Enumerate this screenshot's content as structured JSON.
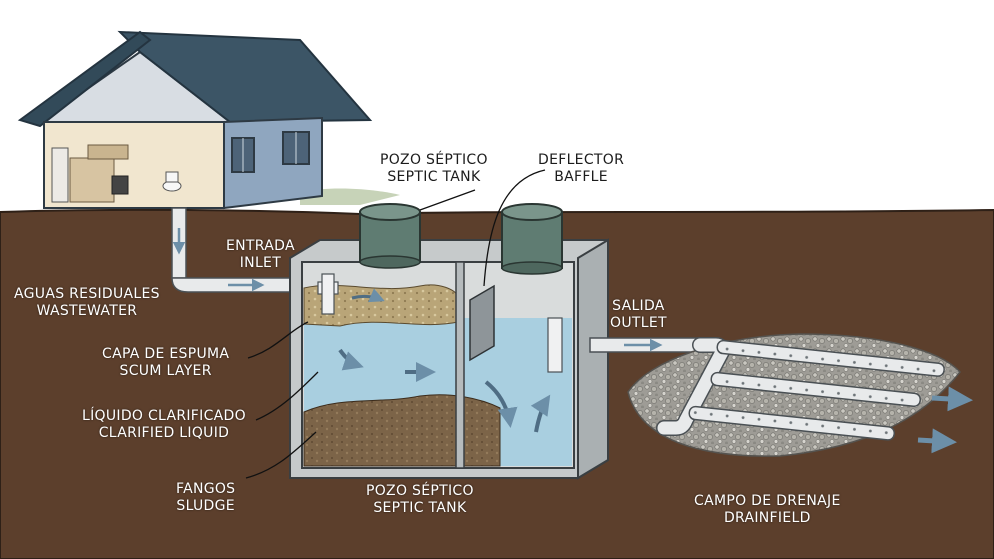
{
  "labels": {
    "septic_tank_top": {
      "es": "POZO SÉPTICO",
      "en": "SEPTIC TANK"
    },
    "baffle": {
      "es": "DEFLECTOR",
      "en": "BAFFLE"
    },
    "inlet": {
      "es": "ENTRADA",
      "en": "INLET"
    },
    "wastewater": {
      "es": "AGUAS RESIDUALES",
      "en": "WASTEWATER"
    },
    "outlet": {
      "es": "SALIDA",
      "en": "OUTLET"
    },
    "scum": {
      "es": "CAPA DE ESPUMA",
      "en": "SCUM LAYER"
    },
    "clarified": {
      "es": "LÍQUIDO CLARIFICADO",
      "en": "CLARIFIED LIQUID"
    },
    "sludge": {
      "es": "FANGOS",
      "en": "SLUDGE"
    },
    "septic_tank_bottom": {
      "es": "POZO SÉPTICO",
      "en": "SEPTIC TANK"
    },
    "drainfield": {
      "es": "CAMPO DE DRENAJE",
      "en": "DRAINFIELD"
    }
  },
  "colors": {
    "soil": "#5c3f2c",
    "water": "#a9cfe0",
    "tank": "#c6cacb",
    "lid": "#5f7c72",
    "roof": "#3c5566",
    "wall": "#8fa6bf",
    "sludge": "#7c6448",
    "scum": "#b9a578",
    "gravel": "#a9a8a2",
    "pipe": "#e8eaeb"
  }
}
